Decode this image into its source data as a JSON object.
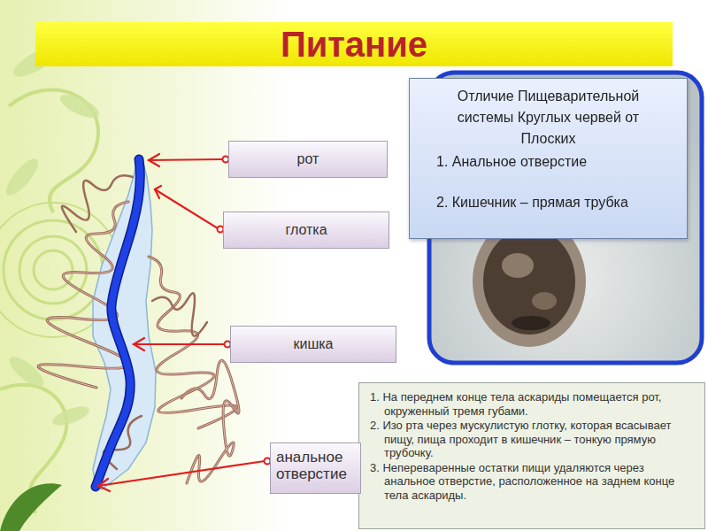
{
  "diagram": {
    "title": "Питание",
    "nodes": [
      {
        "text": [
          "Отличие Пищеварительной системы Круглых червей от Плоских",
          "1. Анальное отверстие",
          "2. Кишечник – прямая трубка"
        ]
      },
      {
        "text": [
          "рот"
        ]
      },
      {
        "text": [
          "глотка"
        ]
      },
      {
        "text": [
          "кишка"
        ]
      },
      {
        "text": [
          "1. На переднем конце тела аскариды помещается рот, окруженный тремя губами.",
          "2. Изо рта через мускулистую глотку, которая всасывает пищу, пища проходит в кишечник – тонкую прямую трубочку.",
          "3. Непереваренные остатки пищи удаляются через анальное отверстие, расположенное на заднем конце тела аскариды."
        ]
      },
      {
        "text": [
          "анальное отверстие"
        ]
      }
    ]
  }
}
